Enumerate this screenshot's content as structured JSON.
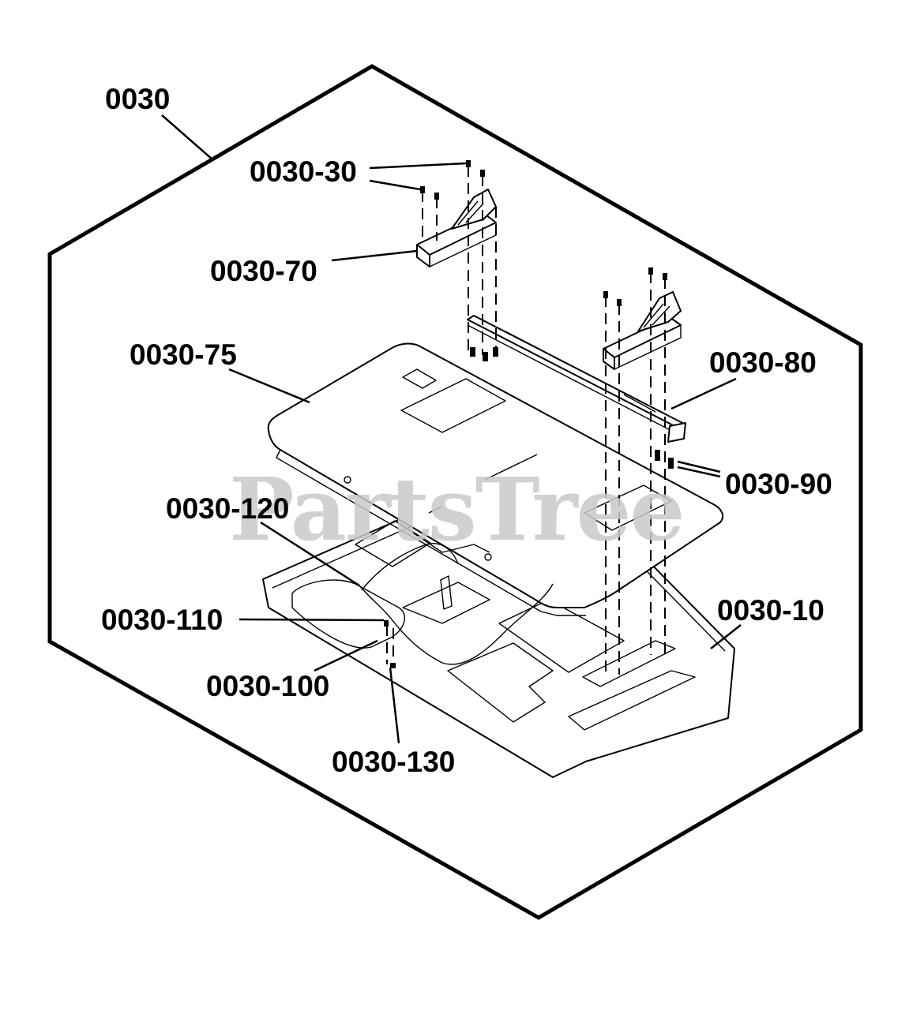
{
  "watermark": "PartsTree",
  "callouts": {
    "assembly": "0030",
    "screw": "0030-30",
    "hinge_bracket": "0030-70",
    "pan_cover": "0030-75",
    "rail": "0030-80",
    "bolt": "0030-90",
    "harness": "0030-120",
    "fastener_small": "0030-110",
    "washer": "0030-100",
    "base_pan": "0030-10",
    "nut": "0030-130"
  },
  "colors": {
    "line": "#000000",
    "watermark": "#c9c9c9",
    "background": "#ffffff"
  }
}
